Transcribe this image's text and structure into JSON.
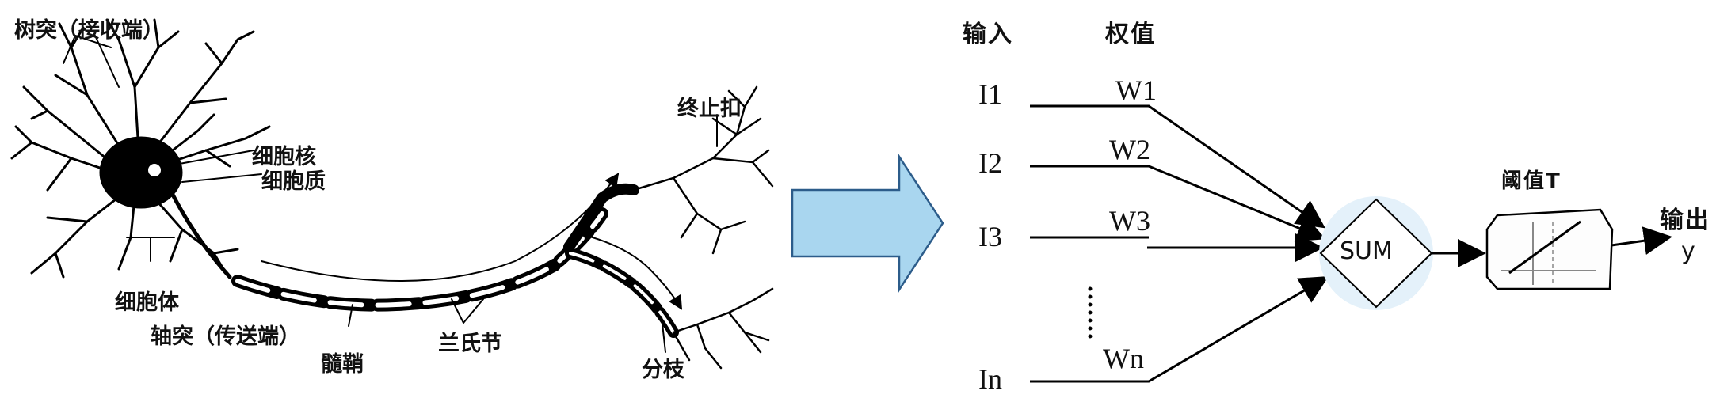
{
  "neuron": {
    "dendrite_label": "树突（接收端）",
    "nucleus_label": "细胞核",
    "cytoplasm_label": "细胞质",
    "cell_body_label": "细胞体",
    "axon_label": "轴突（传送端）",
    "myelin_label": "髓鞘",
    "node_label": "兰氏节",
    "branch_label": "分枝",
    "terminal_label": "终止扣"
  },
  "arrow": {
    "fill": "#a9d6ef",
    "stroke": "#2c5c8a"
  },
  "model": {
    "inputs_heading": "输入",
    "weights_heading": "权值",
    "inputs": [
      "I1",
      "I2",
      "I3",
      "In"
    ],
    "weights": [
      "W1",
      "W2",
      "W3",
      "Wn"
    ],
    "sum_label": "SUM",
    "threshold_label": "阈值T",
    "output_heading": "输出",
    "output_symbol": "y"
  }
}
